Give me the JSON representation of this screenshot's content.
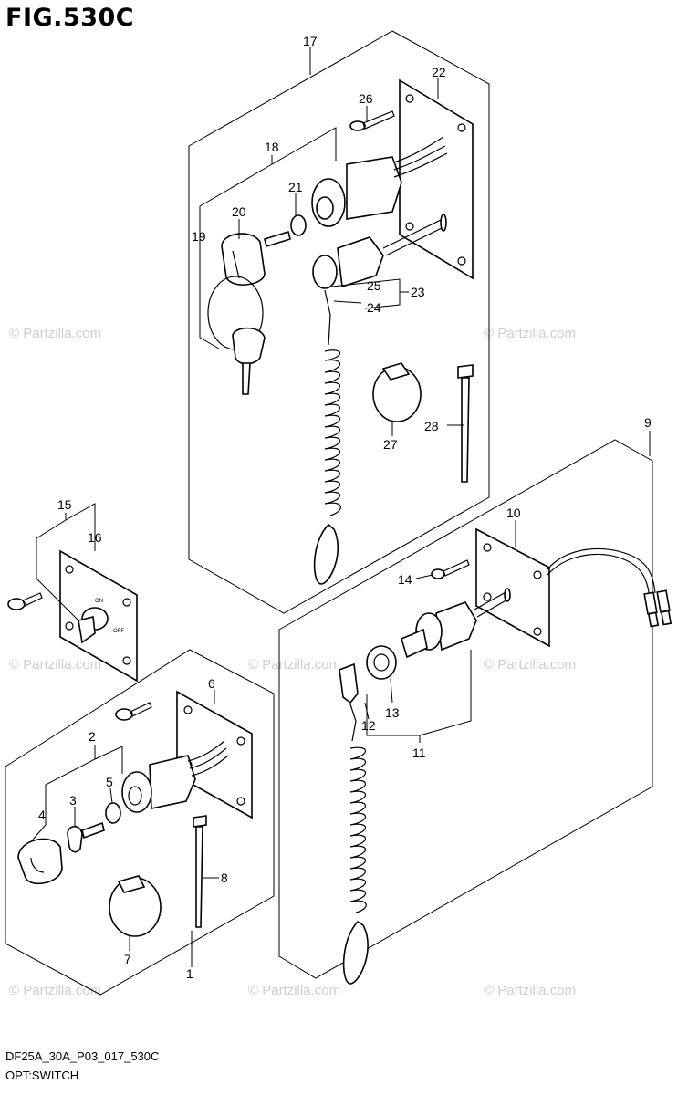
{
  "figure": {
    "title": "FIG.530C",
    "code": "DF25A_30A_P03_017_530C",
    "subtitle": "OPT:SWITCH"
  },
  "watermark": "© Partzilla.com",
  "parts": {
    "p1": "1",
    "p2": "2",
    "p3": "3",
    "p4": "4",
    "p5": "5",
    "p6": "6",
    "p7": "7",
    "p8": "8",
    "p9": "9",
    "p10": "10",
    "p11": "11",
    "p12": "12",
    "p13": "13",
    "p14": "14",
    "p15": "15",
    "p16": "16",
    "p17": "17",
    "p18": "18",
    "p19": "19",
    "p20": "20",
    "p21": "21",
    "p22": "22",
    "p23": "23",
    "p24": "24",
    "p25": "25",
    "p26": "26",
    "p27": "27",
    "p28": "28"
  },
  "switch_labels": {
    "on": "ON",
    "off": "OFF"
  }
}
